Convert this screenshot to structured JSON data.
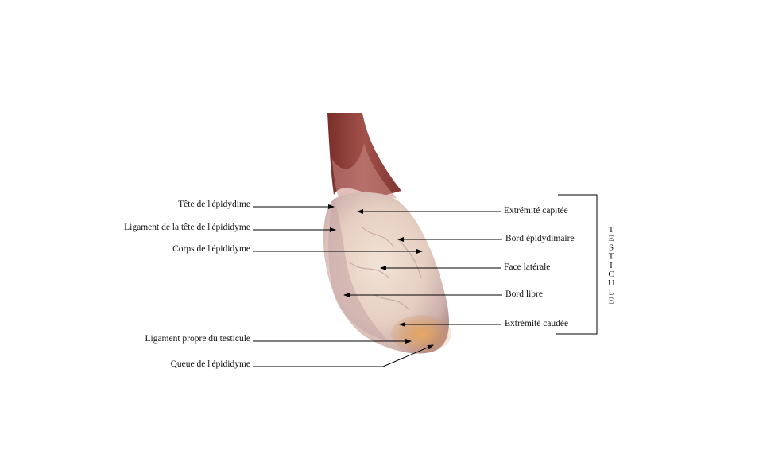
{
  "left_labels": [
    {
      "id": "tete-epididyme",
      "text": "Tête de l'épidydime"
    },
    {
      "id": "ligament-tete-epididyme",
      "text": "Ligament de la tête de l'épididyme"
    },
    {
      "id": "corps-epididyme",
      "text": "Corps de l'épididyme"
    },
    {
      "id": "ligament-propre-testicule",
      "text": "Ligament propre du testicule"
    },
    {
      "id": "queue-epididyme",
      "text": "Queue de l'épididyme"
    }
  ],
  "right_labels": [
    {
      "id": "extremite-capitee",
      "text": "Extrémité capitée"
    },
    {
      "id": "bord-epidydimaire",
      "text": "Bord épidydimaire"
    },
    {
      "id": "face-laterale",
      "text": "Face latérale"
    },
    {
      "id": "bord-libre",
      "text": "Bord libre"
    },
    {
      "id": "extremite-caudee",
      "text": "Extrémité caudée"
    }
  ],
  "bracket_label": {
    "letters": [
      "T",
      "E",
      "S",
      "T",
      "I",
      "C",
      "U",
      "L",
      "E"
    ]
  },
  "colors": {
    "cord": "#8e3b35",
    "testis_body": "#e9d3c6",
    "testis_shadow": "#c7a9a7",
    "tail": "#d9924f",
    "line": "#000000"
  }
}
